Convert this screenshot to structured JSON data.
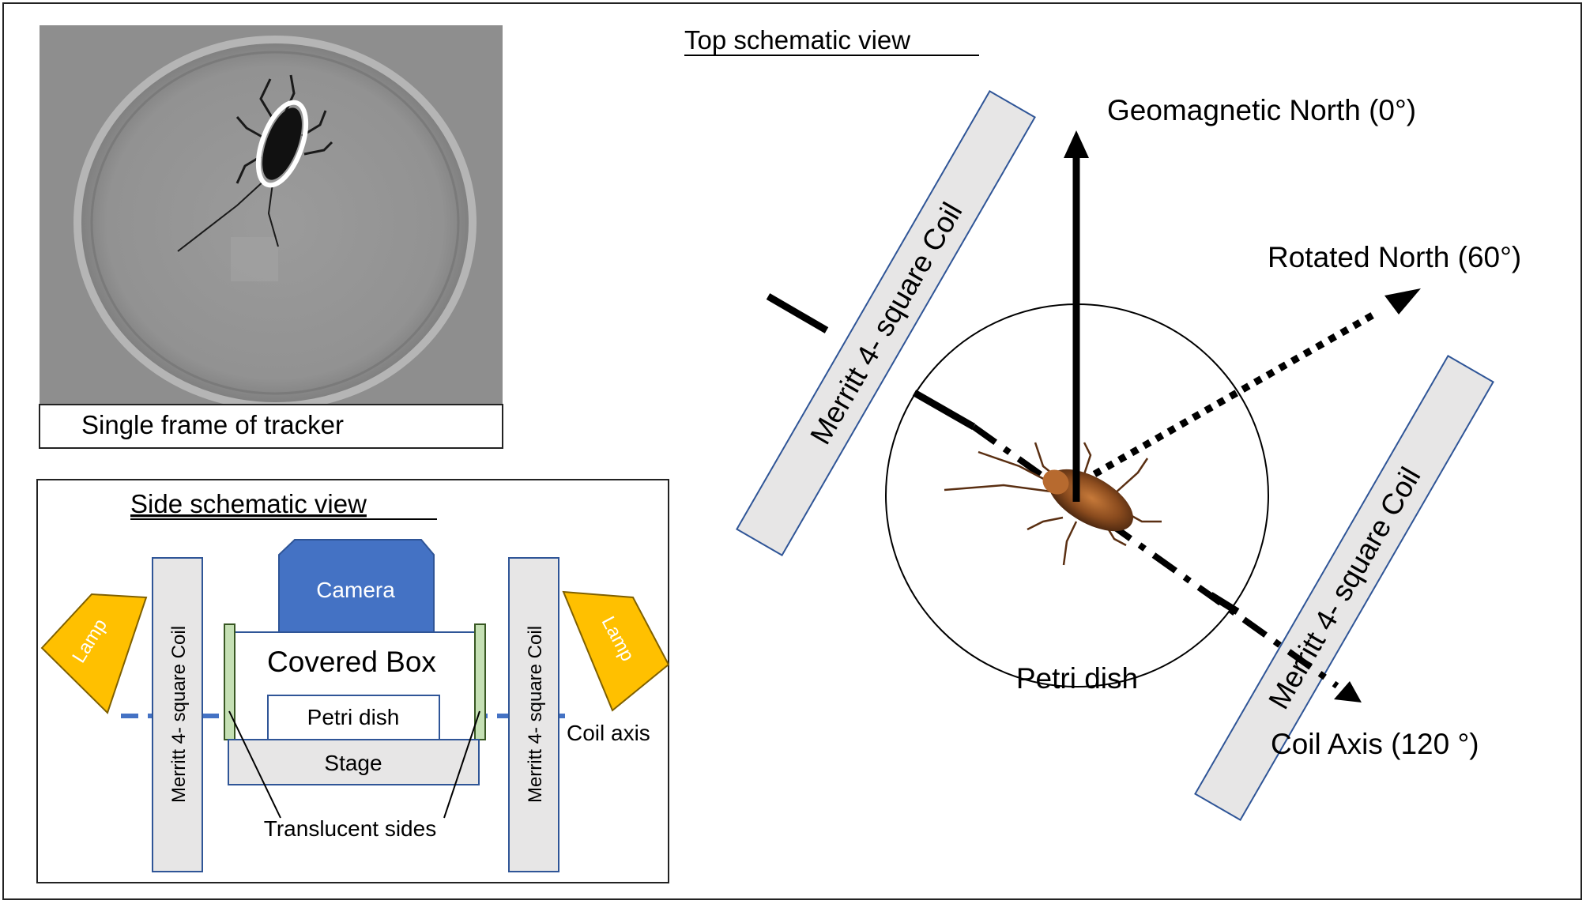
{
  "photo_panel": {
    "caption": "Single frame of tracker"
  },
  "side_view": {
    "title": "Side schematic view",
    "camera": "Camera",
    "lamp_left": "Lamp",
    "lamp_right": "Lamp",
    "coil_left": "Merritt 4- square Coil",
    "coil_right": "Merritt 4- square Coil",
    "covered_box": "Covered Box",
    "petri_dish": "Petri dish",
    "stage": "Stage",
    "coil_axis": "Coil axis",
    "translucent_sides": "Translucent sides"
  },
  "top_view": {
    "title": "Top schematic view",
    "geomagnetic_north": "Geomagnetic North (0°)",
    "rotated_north": "Rotated North (60°)",
    "coil_axis": "Coil Axis (120 °)",
    "petri_dish": "Petri dish",
    "coil_left": "Merritt 4- square Coil",
    "coil_right": "Merritt 4- square Coil"
  },
  "colors": {
    "camera": "#4472c4",
    "lamp": "#ffc000",
    "coil_fill": "#e7e6e6",
    "coil_stroke": "#2f5597",
    "translucent_side": "#c5e0b4",
    "axis_dash": "#4472c4"
  }
}
